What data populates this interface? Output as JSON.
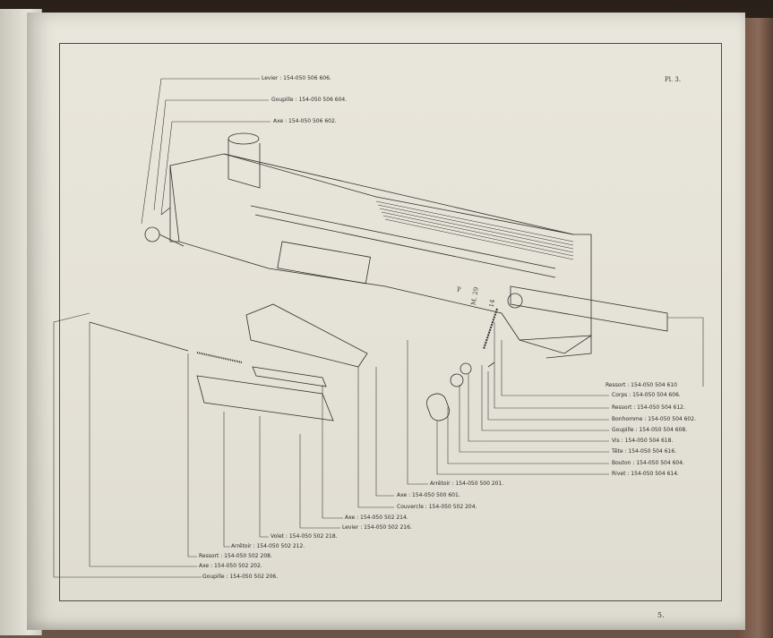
{
  "plate": "Pl. 3.",
  "page_number": "5.",
  "marks": {
    "model": "M. 29",
    "letter": "P",
    "a14": "14"
  },
  "callouts": {
    "levier_top": "Levier : 154-050 506 606.",
    "goupille_top": "Goupille : 154-050 506 604.",
    "axe_top": "Axe : 154-050 506 602.",
    "ressort_610": "Ressort : 154-050 504 610",
    "corps": "Corps : 154-050 504 606.",
    "ressort_612": "Ressort : 154-050 504 612.",
    "bonhomme": "Bonhomme : 154-050 504 602.",
    "goupille_608": "Goupille : 154-050 504 608.",
    "vis": "Vis : 154-050 504 618.",
    "tete": "Tête : 154-050 504 616.",
    "bouton": "Bouton : 154-050 504 604.",
    "rivet": "Rivet : 154-050 504 614.",
    "arretoir_201": "Arrêtoir : 154-050 500 201.",
    "axe_601": "Axe : 154-050 500 601.",
    "couvercle": "Couvercle : 154-050 502 204.",
    "axe_214": "Axe : 154-050 502 214.",
    "levier_216": "Levier : 154-050 502 216.",
    "volet": "Volet : 154-050 502 218.",
    "arretoir_212": "Arrêtoir : 154-050 502 212.",
    "ressort_208": "Ressort : 154-050 502 208.",
    "axe_202": "Axe : 154-050 502 202.",
    "goupille_206": "Goupille : 154-050 502 206."
  }
}
